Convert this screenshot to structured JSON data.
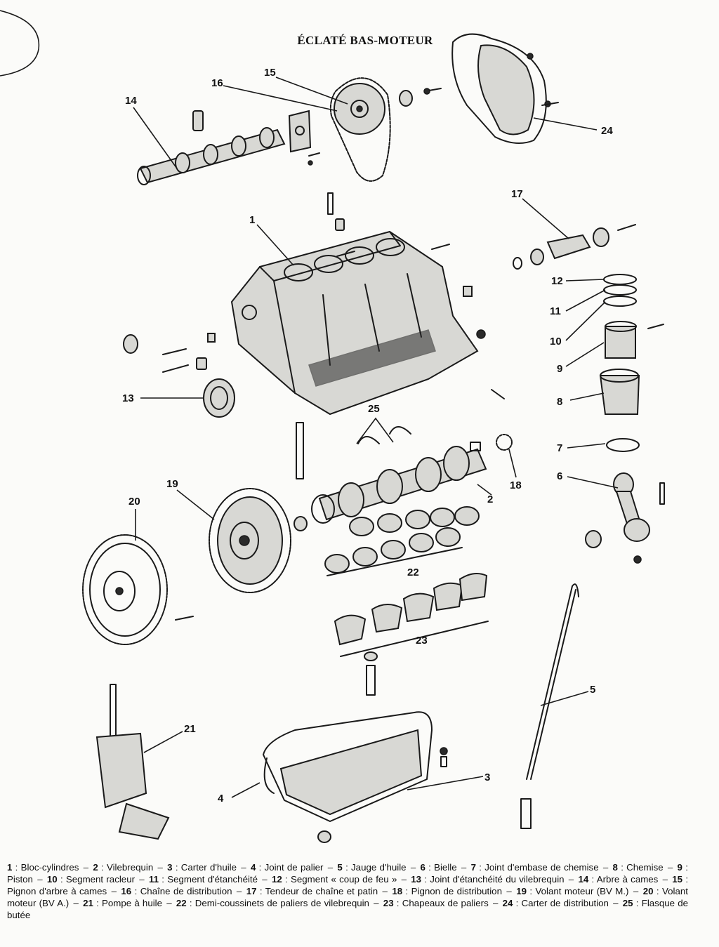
{
  "title": "ÉCLATÉ BAS-MOTEUR",
  "callouts": [
    {
      "id": "1",
      "label": "1"
    },
    {
      "id": "2",
      "label": "2"
    },
    {
      "id": "3",
      "label": "3"
    },
    {
      "id": "4",
      "label": "4"
    },
    {
      "id": "5",
      "label": "5"
    },
    {
      "id": "6",
      "label": "6"
    },
    {
      "id": "7",
      "label": "7"
    },
    {
      "id": "8",
      "label": "8"
    },
    {
      "id": "9",
      "label": "9"
    },
    {
      "id": "10",
      "label": "10"
    },
    {
      "id": "11",
      "label": "11"
    },
    {
      "id": "12",
      "label": "12"
    },
    {
      "id": "13",
      "label": "13"
    },
    {
      "id": "14",
      "label": "14"
    },
    {
      "id": "15",
      "label": "15"
    },
    {
      "id": "16",
      "label": "16"
    },
    {
      "id": "17",
      "label": "17"
    },
    {
      "id": "18",
      "label": "18"
    },
    {
      "id": "19",
      "label": "19"
    },
    {
      "id": "20",
      "label": "20"
    },
    {
      "id": "21",
      "label": "21"
    },
    {
      "id": "22",
      "label": "22"
    },
    {
      "id": "23",
      "label": "23"
    },
    {
      "id": "24",
      "label": "24"
    },
    {
      "id": "25",
      "label": "25"
    }
  ],
  "legend": [
    {
      "num": "1",
      "text": "Bloc-cylindres"
    },
    {
      "num": "2",
      "text": "Vilebrequin"
    },
    {
      "num": "3",
      "text": "Carter d'huile"
    },
    {
      "num": "4",
      "text": "Joint de palier"
    },
    {
      "num": "5",
      "text": "Jauge d'huile"
    },
    {
      "num": "6",
      "text": "Bielle"
    },
    {
      "num": "7",
      "text": "Joint d'embase de chemise"
    },
    {
      "num": "8",
      "text": "Chemise"
    },
    {
      "num": "9",
      "text": "Piston"
    },
    {
      "num": "10",
      "text": "Segment racleur"
    },
    {
      "num": "11",
      "text": "Segment d'étanchéité"
    },
    {
      "num": "12",
      "text": "Segment « coup de feu »"
    },
    {
      "num": "13",
      "text": "Joint d'étanchéité du vilebrequin"
    },
    {
      "num": "14",
      "text": "Arbre à cames"
    },
    {
      "num": "15",
      "text": "Pignon d'arbre à cames"
    },
    {
      "num": "16",
      "text": "Chaîne de distribution"
    },
    {
      "num": "17",
      "text": "Tendeur de chaîne et patin"
    },
    {
      "num": "18",
      "text": "Pignon de distribution"
    },
    {
      "num": "19",
      "text": "Volant moteur (BV M.)"
    },
    {
      "num": "20",
      "text": "Volant moteur (BV A.)"
    },
    {
      "num": "21",
      "text": "Pompe à huile"
    },
    {
      "num": "22",
      "text": "Demi-coussinets de paliers de vilebrequin"
    },
    {
      "num": "23",
      "text": "Chapeaux de paliers"
    },
    {
      "num": "24",
      "text": "Carter de distribution"
    },
    {
      "num": "25",
      "text": "Flasque de butée"
    }
  ]
}
